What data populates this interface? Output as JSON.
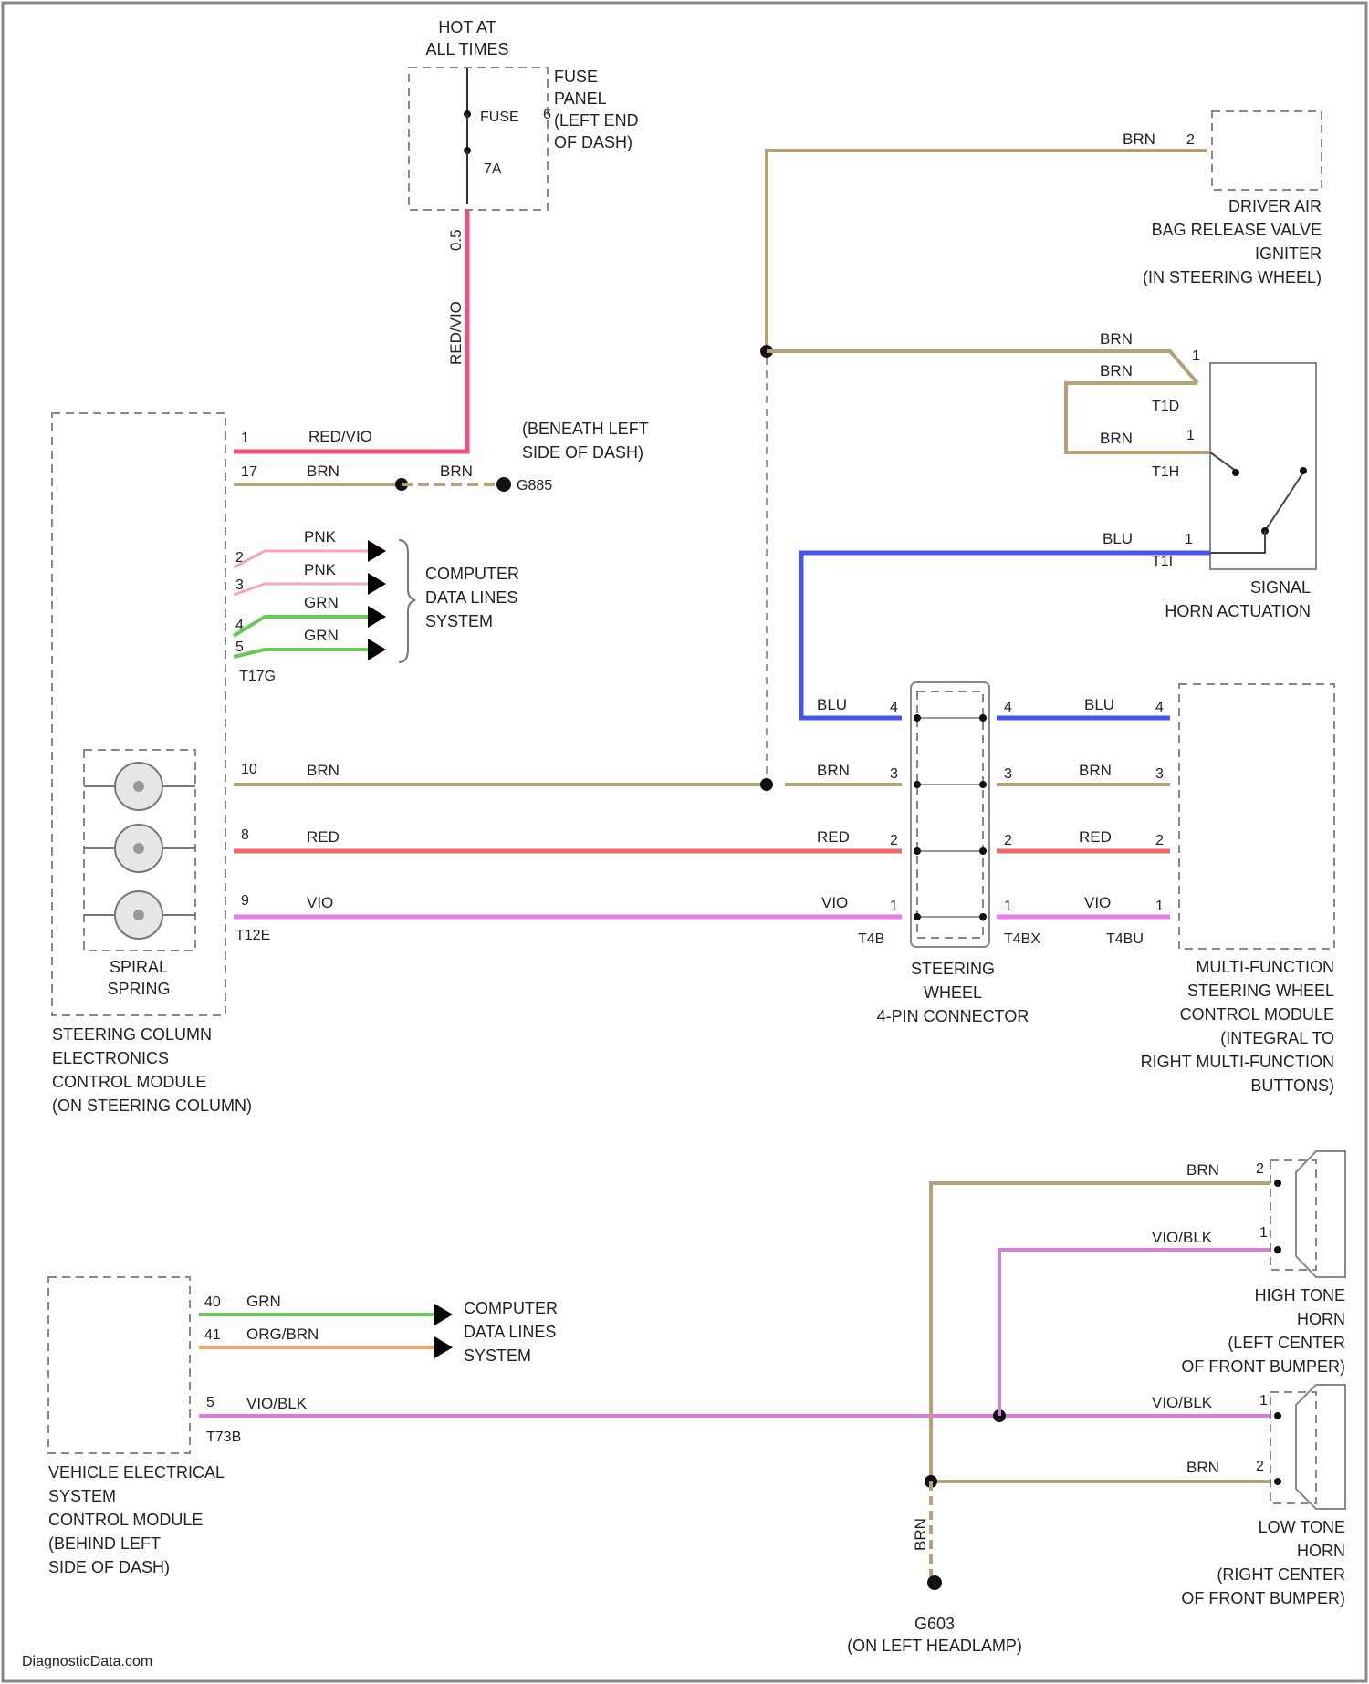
{
  "colors": {
    "BRN": "#b5a27a",
    "RED_VIO": "#f2507a",
    "PNK": "#f7a6b8",
    "GRN": "#66cc55",
    "BLU": "#4455ee",
    "RED": "#f06a6a",
    "VIO": "#ee77ee",
    "VIO_BLK": "#d77fd7",
    "ORG_BRN": "#f5a56a",
    "frame": "#888888"
  },
  "power": {
    "hot_label": [
      "HOT AT",
      "ALL TIMES"
    ],
    "fuse_label": "FUSE",
    "fuse_rating": "7A",
    "fuse_panel": [
      "FUSE",
      "PANEL",
      "(LEFT END",
      "OF DASH)"
    ],
    "fuse_pin": "6",
    "wire_label": "RED/VIO",
    "wire_gauge": "0.5"
  },
  "ground_upper": {
    "name": "G885",
    "location": [
      "(BENEATH LEFT",
      "SIDE OF DASH)"
    ]
  },
  "scm": {
    "name": [
      "STEERING COLUMN",
      "ELECTRONICS",
      "CONTROL MODULE",
      "(ON STEERING COLUMN)"
    ],
    "spiral": [
      "SPIRAL",
      "SPRING"
    ],
    "connector_t17": "T17G",
    "connector_t12": "T12E",
    "pins": {
      "p1": "1",
      "p17": "17",
      "p2": "2",
      "p3": "3",
      "p4": "4",
      "p5": "5",
      "p10": "10",
      "p8": "8",
      "p9": "9"
    },
    "wires": {
      "w1": "RED/VIO",
      "w17a": "BRN",
      "w17b": "BRN",
      "w2": "PNK",
      "w3": "PNK",
      "w4": "GRN",
      "w5": "GRN",
      "w10": "BRN",
      "w8": "RED",
      "w9": "VIO"
    },
    "data_lines": [
      "COMPUTER",
      "DATA LINES",
      "SYSTEM"
    ]
  },
  "airbag": {
    "wire": "BRN",
    "pin": "2",
    "name": [
      "DRIVER AIR",
      "BAG RELEASE VALVE",
      "IGNITER",
      "(IN STEERING WHEEL)"
    ]
  },
  "horn_switch": {
    "wires": {
      "top": "BRN",
      "loop": "BRN",
      "lower": "BRN",
      "blu": "BLU"
    },
    "pins": {
      "top": "1",
      "lower": "1",
      "blu": "1"
    },
    "connectors": {
      "c1": "T1D",
      "c2": "T1H",
      "c3": "T1I"
    },
    "name": [
      "SIGNAL",
      "HORN ACTUATION"
    ]
  },
  "sw_connector": {
    "left_name": "T4B",
    "right_name_a": "T4BX",
    "right_name_b": "T4BU",
    "left_pins": [
      "4",
      "3",
      "2",
      "1"
    ],
    "right_pins": [
      "4",
      "3",
      "2",
      "1"
    ],
    "mfsw_pins": [
      "4",
      "3",
      "2",
      "1"
    ],
    "left_wires": [
      "BLU",
      "BRN",
      "RED",
      "VIO"
    ],
    "right_wires": [
      "BLU",
      "BRN",
      "RED",
      "VIO"
    ],
    "name": [
      "STEERING",
      "WHEEL",
      "4-PIN CONNECTOR"
    ]
  },
  "mfsw": {
    "name": [
      "MULTI-FUNCTION",
      "STEERING WHEEL",
      "CONTROL MODULE",
      "(INTEGRAL TO",
      "RIGHT MULTI-FUNCTION",
      "BUTTONS)"
    ]
  },
  "vesm": {
    "name": [
      "VEHICLE ELECTRICAL",
      "SYSTEM",
      "CONTROL MODULE",
      "(BEHIND LEFT",
      "SIDE OF DASH)"
    ],
    "connector": "T73B",
    "pins": {
      "p40": "40",
      "p41": "41",
      "p5": "5"
    },
    "wires": {
      "w40": "GRN",
      "w41": "ORG/BRN",
      "w5": "VIO/BLK"
    },
    "data_lines": [
      "COMPUTER",
      "DATA LINES",
      "SYSTEM"
    ]
  },
  "high_horn": {
    "wires": {
      "brn": "BRN",
      "vio": "VIO/BLK"
    },
    "pins": {
      "brn": "2",
      "vio": "1"
    },
    "name": [
      "HIGH TONE",
      "HORN",
      "(LEFT CENTER",
      "OF FRONT BUMPER)"
    ]
  },
  "low_horn": {
    "wires": {
      "vio": "VIO/BLK",
      "brn": "BRN"
    },
    "pins": {
      "vio": "1",
      "brn": "2"
    },
    "name": [
      "LOW TONE",
      "HORN",
      "(RIGHT CENTER",
      "OF FRONT BUMPER)"
    ]
  },
  "ground_lower": {
    "wire": "BRN",
    "name": "G603",
    "location": "(ON LEFT HEADLAMP)"
  },
  "watermark": "DiagnosticData.com"
}
